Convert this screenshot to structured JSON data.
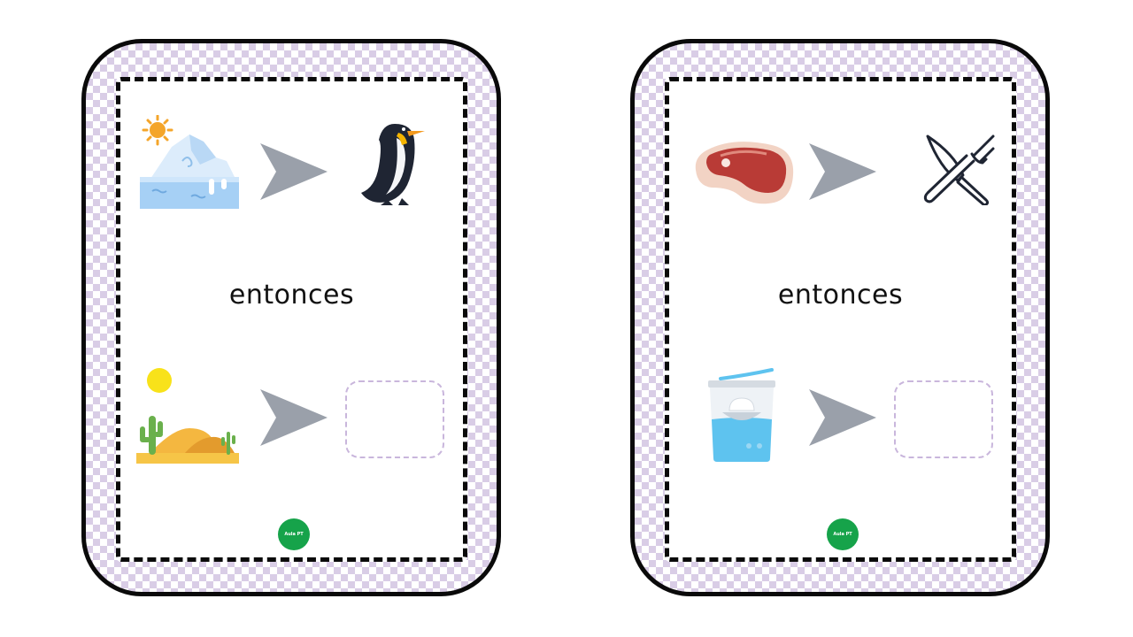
{
  "colors": {
    "pattern": "#d9cde6",
    "border": "#0a0a0a",
    "arrow": "#9aa0aa",
    "answer_box_border": "#c9b6dc",
    "logo": "#16a34a"
  },
  "cards": [
    {
      "connector_word": "entonces",
      "premise_icons": [
        "iceberg-sun-icon",
        "arrow-icon",
        "penguin-icon"
      ],
      "question_icons": [
        "desert-sun-icon",
        "arrow-icon",
        "empty-answer-box"
      ],
      "logo_text": "Aula PT"
    },
    {
      "connector_word": "entonces",
      "premise_icons": [
        "steak-icon",
        "arrow-icon",
        "fork-knife-icon"
      ],
      "question_icons": [
        "yogurt-icon",
        "arrow-icon",
        "empty-answer-box"
      ],
      "logo_text": "Aula PT"
    }
  ]
}
